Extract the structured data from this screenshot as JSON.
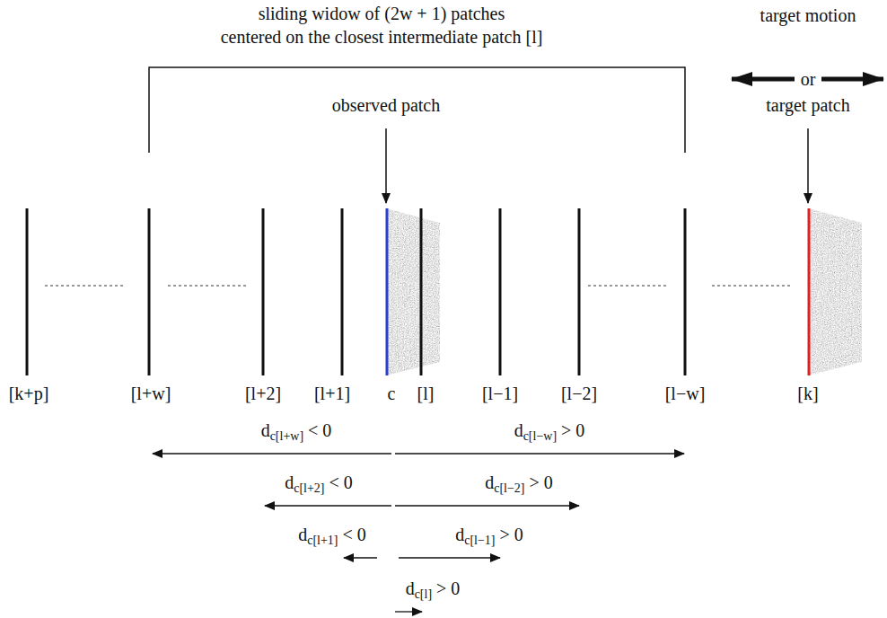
{
  "diagram": {
    "labels": [
      "sliding widow of (2w + 1) patches centered on the closest intermediate patch [l]",
      "target motion",
      "or",
      "target patch",
      "observed patch",
      "[k+p]",
      "[l+w]",
      "[l+2]",
      "[l+1]",
      "c",
      "[l]",
      "[l−1]",
      "[l−2]",
      "[l−w]",
      "[k]",
      "dc[l+w] < 0",
      "dc[l−w] > 0",
      "dc[l+2] < 0",
      "dc[l−2] > 0",
      "dc[l+1] < 0",
      "dc[l−1] > 0",
      "dc[l] > 0"
    ]
  }
}
